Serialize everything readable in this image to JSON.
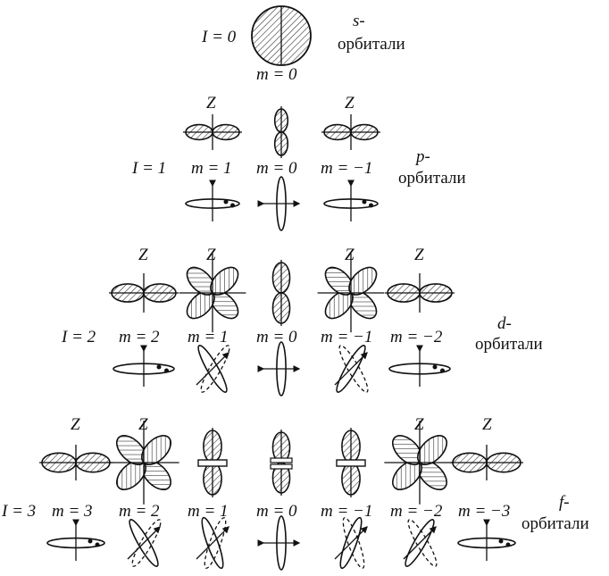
{
  "groups": [
    {
      "l_label": "I = 0",
      "name_letter": "s-",
      "name_word": "орбитали",
      "z_label": "",
      "m_labels": [
        "m = 0"
      ]
    },
    {
      "l_label": "I = 1",
      "name_letter": "p-",
      "name_word": "орбитали",
      "z_label": "Z",
      "m_labels": [
        "m = 1",
        "m = 0",
        "m = −1"
      ]
    },
    {
      "l_label": "I = 2",
      "name_letter": "d-",
      "name_word": "орбитали",
      "z_label": "Z",
      "m_labels": [
        "m = 2",
        "m = 1",
        "m = 0",
        "m = −1",
        "m = −2"
      ]
    },
    {
      "l_label": "I = 3",
      "name_letter": "f-",
      "name_word": "орбитали",
      "z_label": "Z",
      "m_labels": [
        "m = 3",
        "m = 2",
        "m = 1",
        "m = 0",
        "m = −1",
        "m = −2",
        "m = −3"
      ]
    }
  ],
  "colors": {
    "ink": "#111111",
    "hatch": "#333333",
    "background": "#ffffff"
  }
}
